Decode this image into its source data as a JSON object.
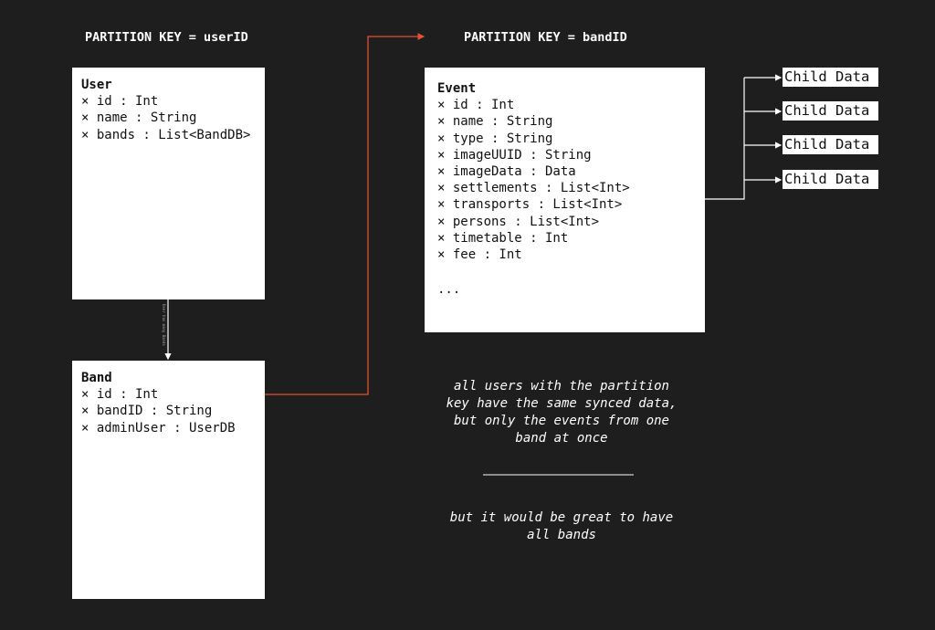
{
  "headers": {
    "left": "PARTITION KEY = userID",
    "right": "PARTITION KEY = bandID"
  },
  "user": {
    "title": "User",
    "fields": [
      "× id : Int",
      "× name : String",
      "× bands : List<BandDB>"
    ]
  },
  "band": {
    "title": "Band",
    "fields": [
      "× id : Int",
      "× bandID : String",
      "× adminUser : UserDB"
    ]
  },
  "event": {
    "title": "Event",
    "fields": [
      "× id : Int",
      "× name : String",
      "× type : String",
      "× imageUUID : String",
      "× imageData : Data",
      "× settlements : List<Int>",
      "× transports : List<Int>",
      "× persons : List<Int>",
      "× timetable : Int",
      "× fee : Int"
    ],
    "ellipsis": "..."
  },
  "relation_label": "User has many Bands",
  "children": [
    "Child Data",
    "Child Data",
    "Child Data",
    "Child Data"
  ],
  "notes": {
    "first": [
      "all users with the partition",
      "key have the same synced data,",
      "but only the events from one",
      "band at once"
    ],
    "second": [
      "but it would be great to have",
      "all bands"
    ]
  },
  "colors": {
    "background": "#1e1e1e",
    "link": "#e5502f",
    "box": "#ffffff"
  }
}
